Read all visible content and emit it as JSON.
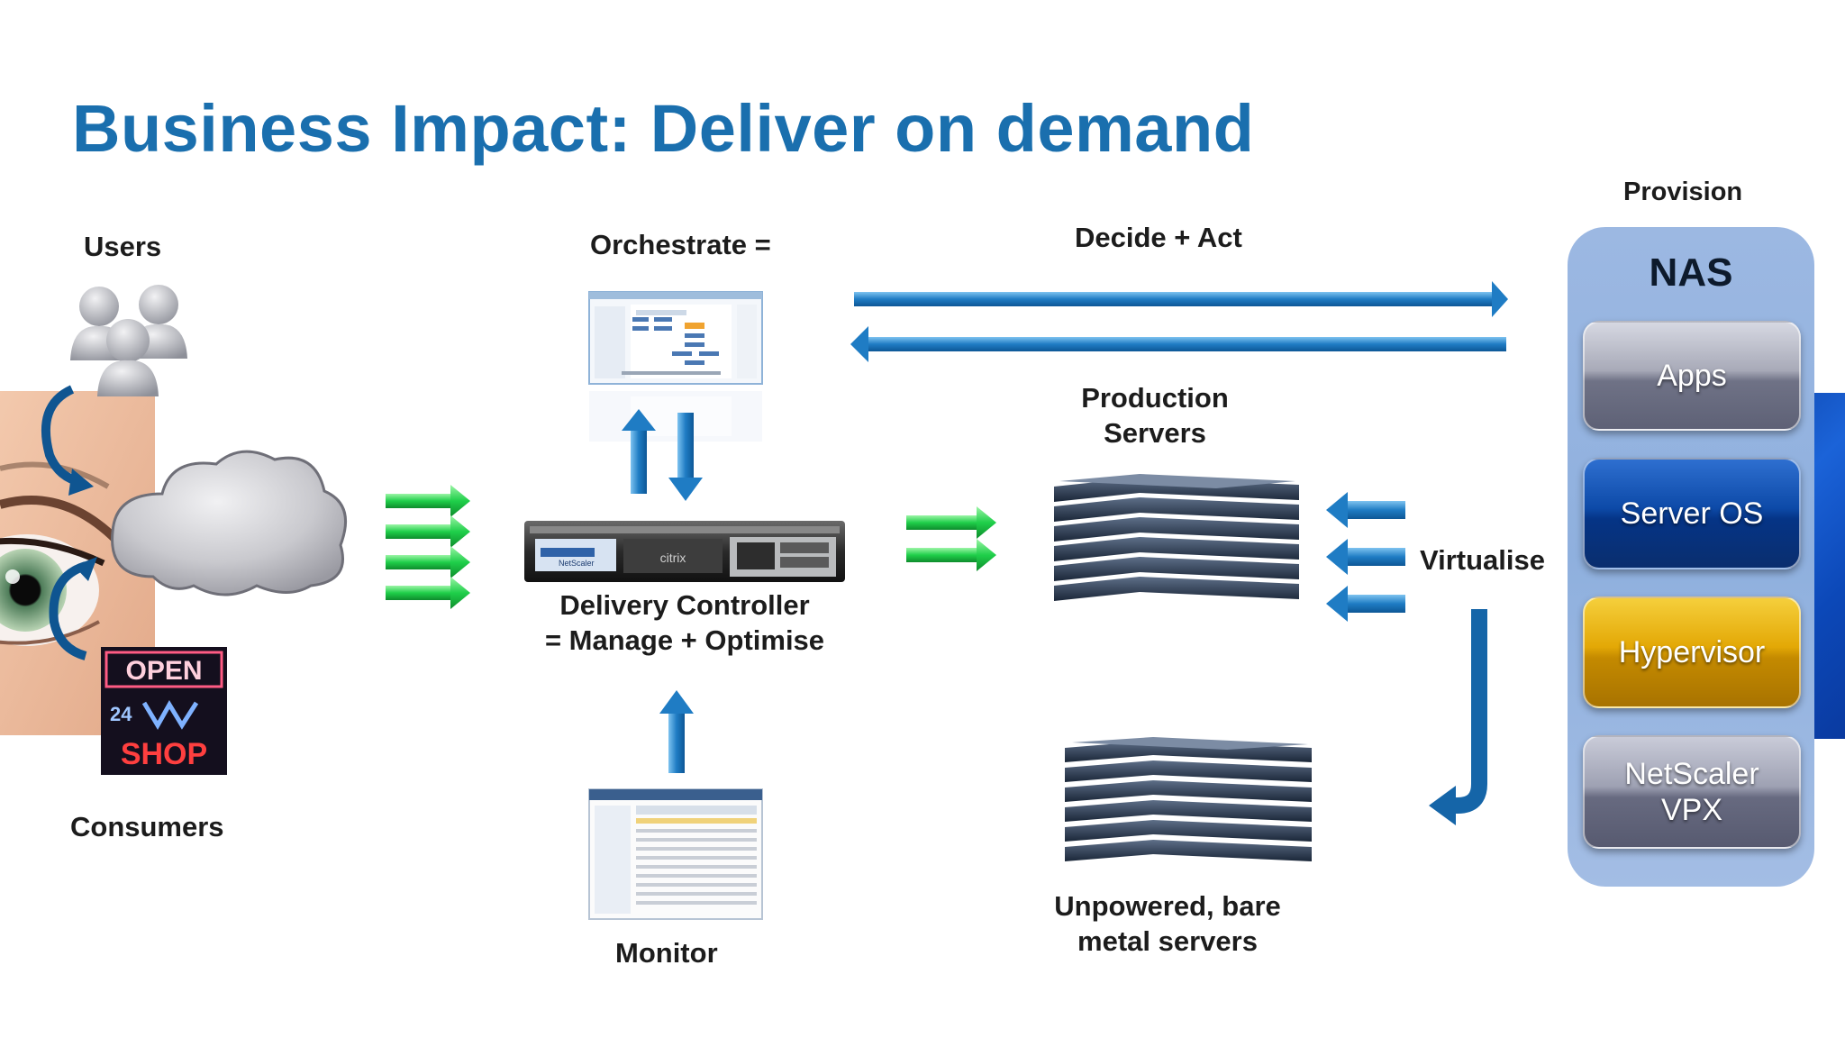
{
  "title": "Business Impact: Deliver on demand",
  "labels": {
    "users": "Users",
    "consumers": "Consumers",
    "orchestrate": "Orchestrate =",
    "delivery_controller_1": "Delivery Controller",
    "delivery_controller_2": "= Manage + Optimise",
    "monitor": "Monitor",
    "decide_act": "Decide + Act",
    "production_1": "Production",
    "production_2": "Servers",
    "virtualise": "Virtualise",
    "unpowered_1": "Unpowered, bare",
    "unpowered_2": "metal servers",
    "provision": "Provision"
  },
  "shop_sign": [
    "OPEN",
    "24",
    "SHOP"
  ],
  "device_labels": [
    "citrix",
    "NetScaler"
  ],
  "nas": {
    "title": "NAS",
    "layers": [
      {
        "lines": [
          "Apps"
        ],
        "color": "#8e91a3"
      },
      {
        "lines": [
          "Server OS"
        ],
        "color": "#0a3d98"
      },
      {
        "lines": [
          "Hypervisor"
        ],
        "color": "#d8a000"
      },
      {
        "lines": [
          "NetScaler",
          "VPX"
        ],
        "color": "#7c7f93"
      }
    ]
  },
  "colors": {
    "title": "#1a6fae",
    "arrow_blue": "#1f7cc4",
    "arrow_green": "#1fcf4a",
    "nas_panel": "#97b4e0"
  }
}
